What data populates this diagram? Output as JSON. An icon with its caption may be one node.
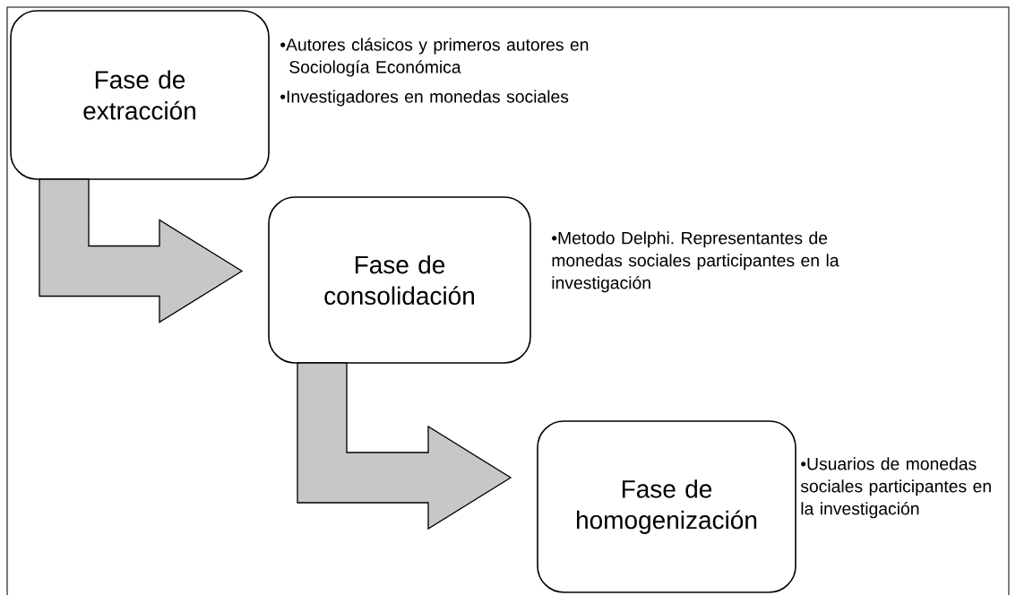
{
  "diagram": {
    "nodes": [
      {
        "text": [
          "Fase de extracción"
        ],
        "beside": [
          "•Autores clásicos y primeros autores en Sociología Económica",
          "•Investigadores en monedas sociales"
        ]
      },
      {
        "text": [
          "Fase de consolidación"
        ],
        "beside": [
          "•Metodo Delphi. Representantes de monedas sociales participantes en la investigación"
        ]
      },
      {
        "text": [
          "Fase de homogenización"
        ],
        "beside": [
          "•Usuarios de monedas sociales participantes en la investigación"
        ]
      }
    ],
    "edges": [
      {
        "from": 0,
        "to": 1,
        "arrow": "to"
      },
      {
        "from": 1,
        "to": 2,
        "arrow": "to"
      }
    ]
  }
}
